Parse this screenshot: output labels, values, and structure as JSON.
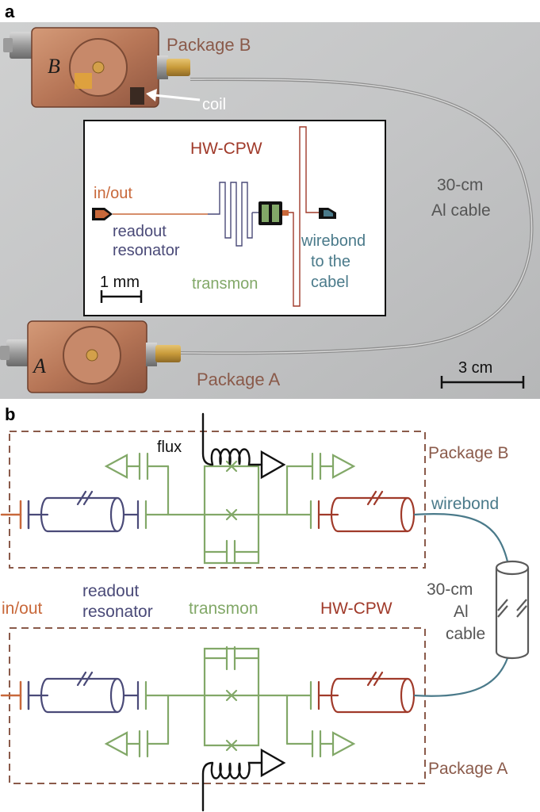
{
  "panel_a": {
    "letter": "a",
    "package_b": "Package B",
    "package_a": "Package A",
    "coil": "coil",
    "cable_line1": "30-cm",
    "cable_line2": "Al cable",
    "scale_3cm": "3 cm",
    "marker_b": "B",
    "marker_a": "A",
    "inset": {
      "hwcpw": "HW-CPW",
      "inout": "in/out",
      "readout_line1": "readout",
      "readout_line2": "resonator",
      "wirebond_line1": "wirebond",
      "wirebond_line2": "to the",
      "wirebond_line3": "cabel",
      "transmon": "transmon",
      "scale_1mm": "1 mm"
    }
  },
  "panel_b": {
    "letter": "b",
    "flux": "flux",
    "package_b": "Package B",
    "package_a": "Package A",
    "wirebond": "wirebond",
    "inout": "in/out",
    "readout_line1": "readout",
    "readout_line2": "resonator",
    "transmon": "transmon",
    "hwcpw": "HW-CPW",
    "cable_line1": "30-cm",
    "cable_line2": "Al",
    "cable_line3": "cable"
  },
  "colors": {
    "package": "#8a5a4a",
    "readout": "#4a4a78",
    "transmon": "#82a868",
    "hwcpw": "#a03a2a",
    "inout": "#c8683a",
    "wirebond": "#4a7a8a",
    "cable": "#5a5a5a"
  }
}
